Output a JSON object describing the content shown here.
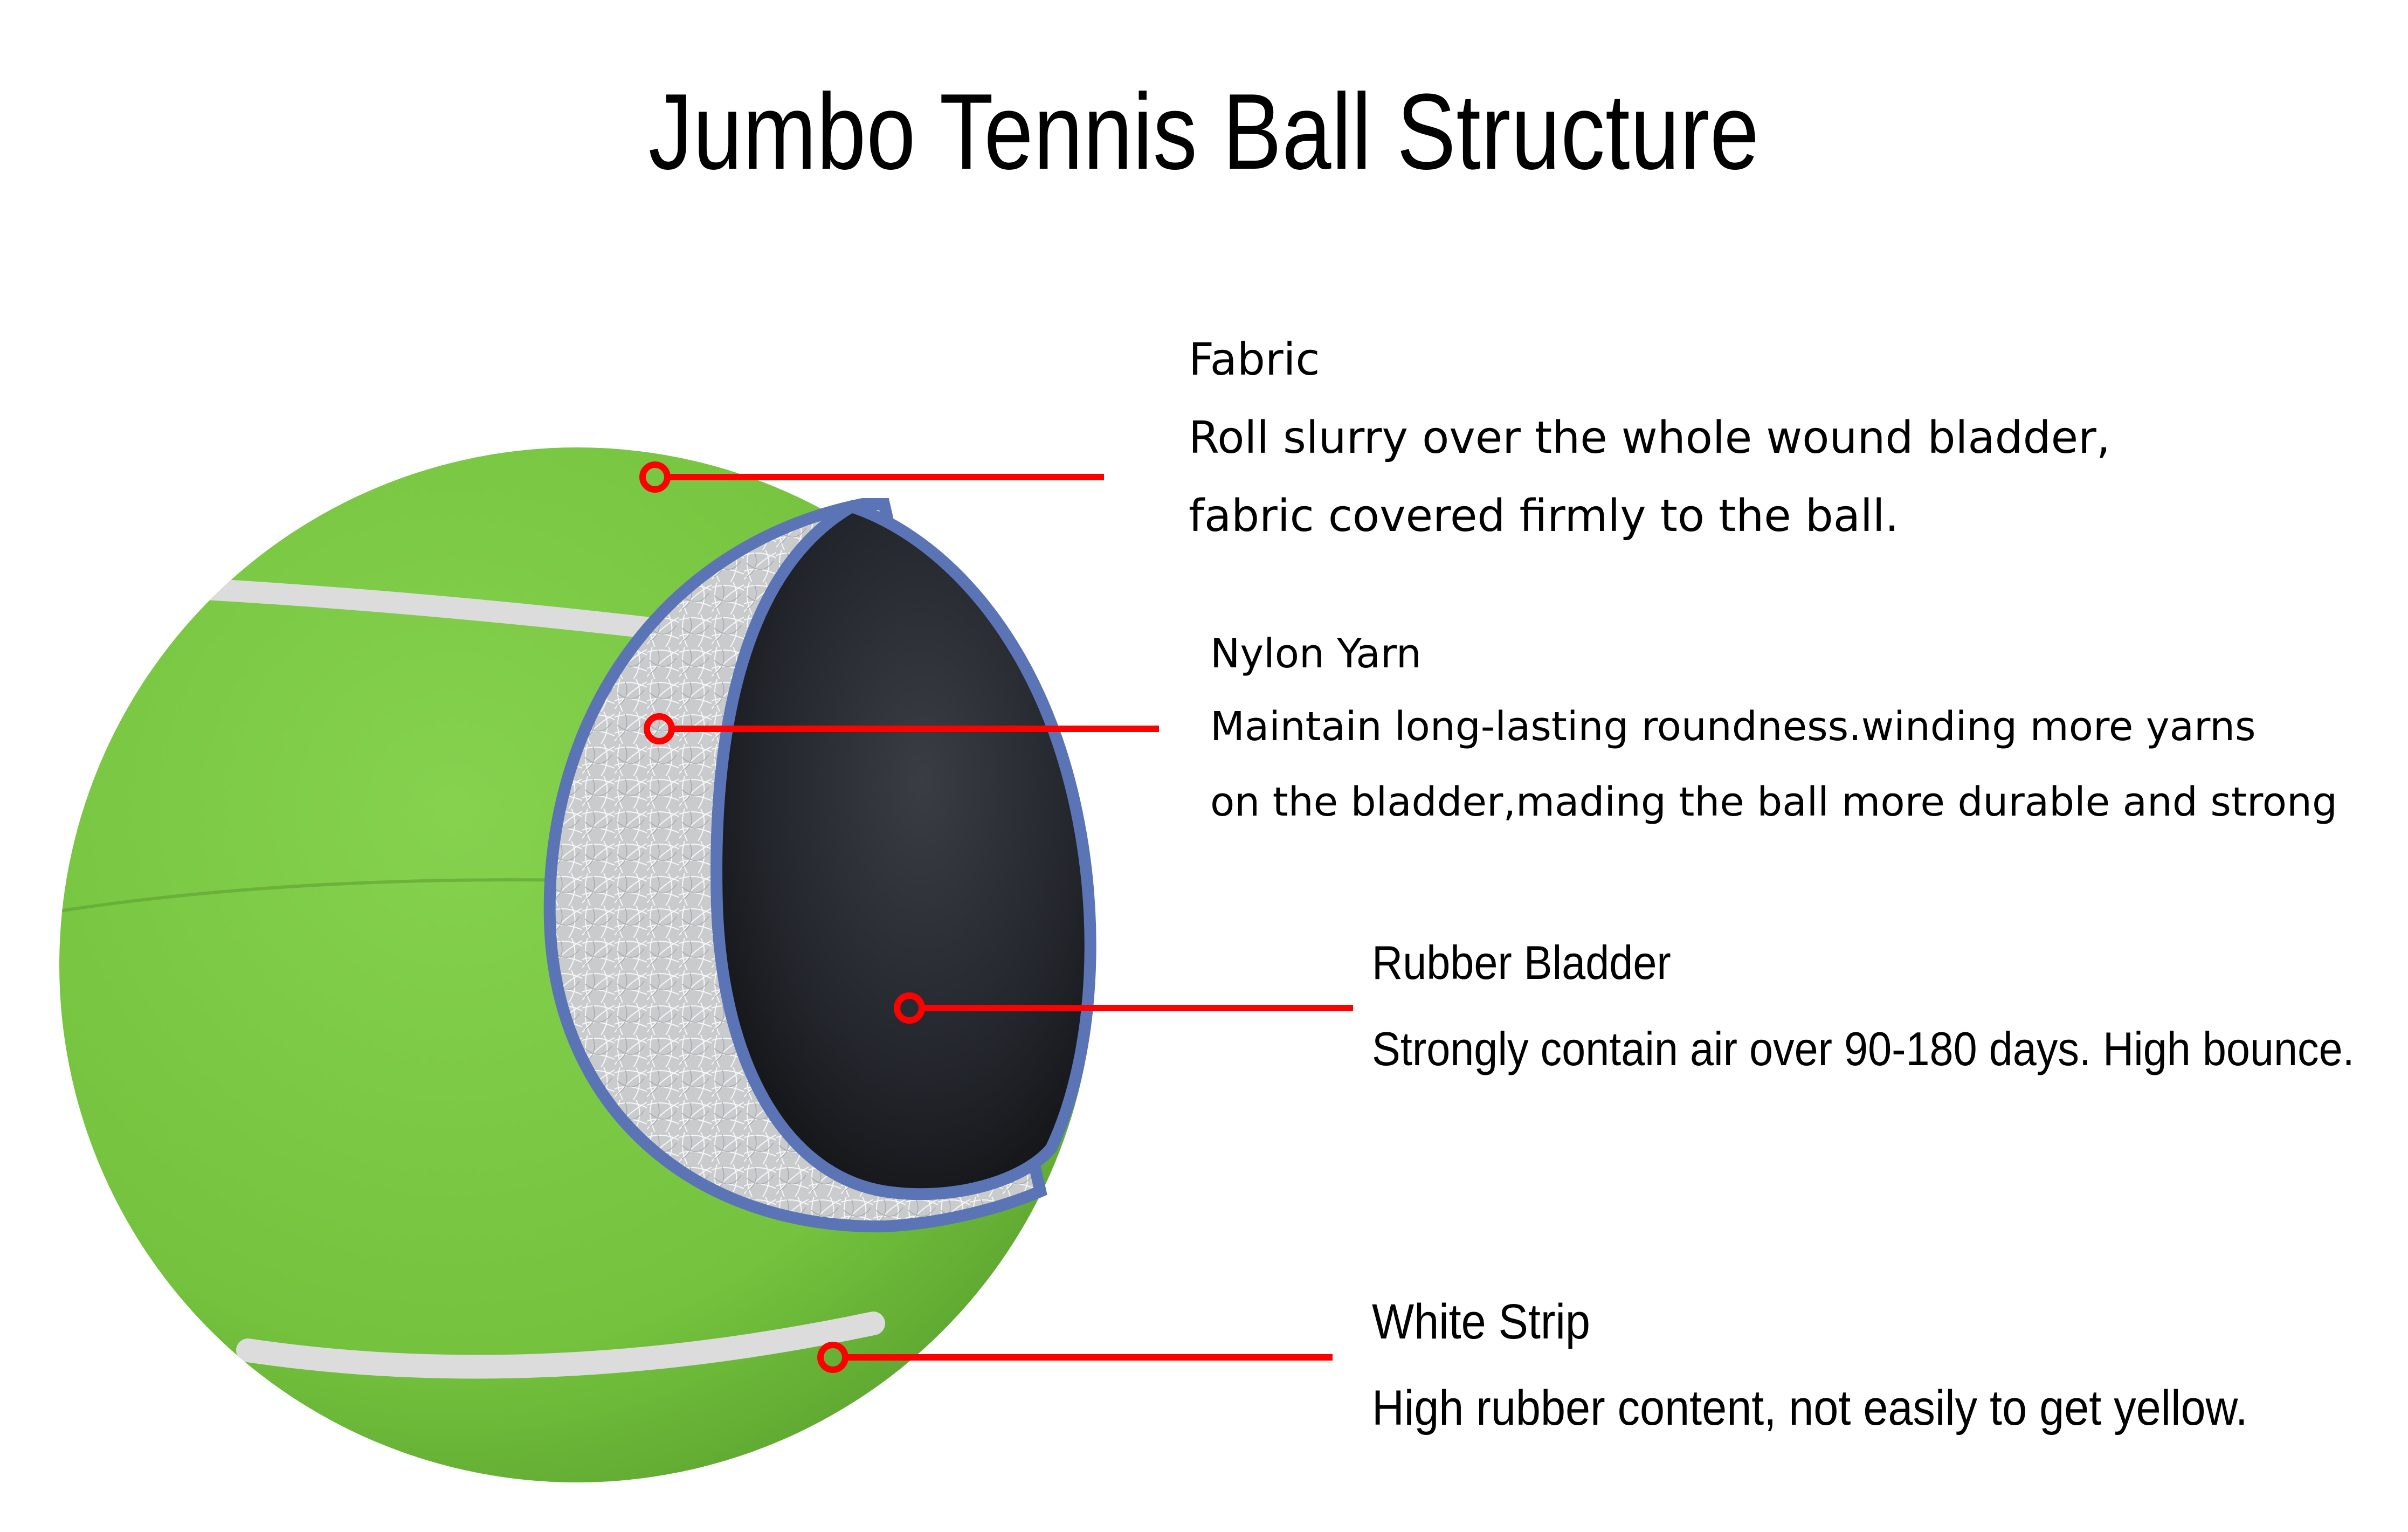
{
  "title": "Jumbo Tennis Ball Structure",
  "colors": {
    "fabric_green": "#7ac943",
    "fabric_dark": "#5aa22f",
    "strip_white": "#dedede",
    "yarn_gray": "#cfd1d3",
    "bladder_black": "#1b1d22",
    "outline_blue": "#5b74b6",
    "pointer_red": "#ff0000"
  },
  "callouts": [
    {
      "heading": "Fabric",
      "line1": "Roll slurry over the whole wound bladder,",
      "line2": "fabric covered firmly to the ball."
    },
    {
      "heading": "Nylon Yarn",
      "line1": "Maintain long-lasting roundness.winding more yarns",
      "line2": "on the bladder,mading the ball more durable and strong"
    },
    {
      "heading": "Rubber Bladder",
      "line1": "Strongly contain air over 90-180 days. High bounce."
    },
    {
      "heading": "White Strip",
      "line1": "High rubber content, not easily to get yellow."
    }
  ]
}
